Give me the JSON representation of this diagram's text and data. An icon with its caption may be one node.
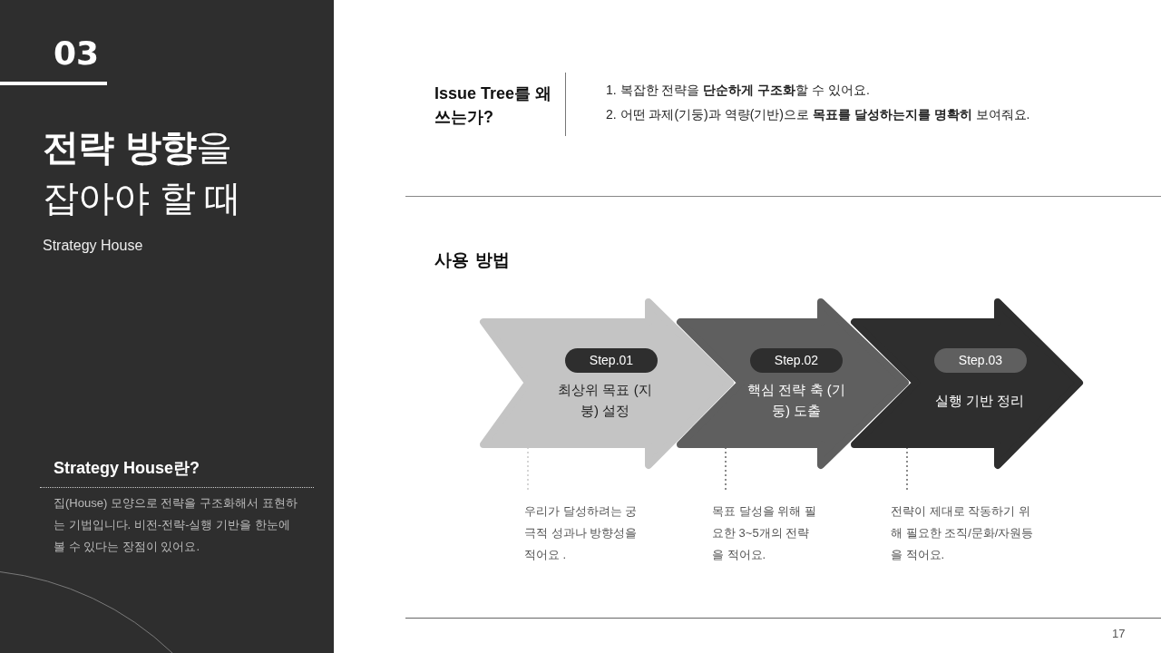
{
  "diagram": {
    "title": "**전략 방향**을 잡아야 할 때",
    "nodes": [
      {
        "text": [
          "최상위 목표 (지붕) 설정"
        ]
      },
      {
        "text": [
          "Step.01"
        ],
        "in": 0
      },
      {
        "text": [
          "핵심 전략 축 (기둥) 도출"
        ]
      },
      {
        "text": [
          "Step.02"
        ],
        "in": 2
      },
      {
        "text": [
          "실행 기반 정리"
        ]
      },
      {
        "text": [
          "Step.03"
        ],
        "in": 4
      },
      {
        "text": [
          "우리가 달성하려는 궁극적 성과나 방향성을 적어요 ."
        ]
      },
      {
        "text": [
          "목표 달성을 위해 필요한 3~5개의 전략을 적어요."
        ]
      },
      {
        "text": [
          "전략이 제대로 작동하기 위해 필요한 조직/문화/자원등을 적어요."
        ]
      }
    ],
    "edges": [
      {
        "from": 6,
        "to": 0,
        "arrow": "none",
        "style": "dashed",
        "color": "#c8c8c8"
      },
      {
        "from": 7,
        "to": 2,
        "arrow": "none",
        "style": "dashed"
      },
      {
        "from": 8,
        "to": 4,
        "arrow": "none",
        "style": "dashed"
      }
    ],
    "labels": [
      "03",
      "Strategy House",
      "Issue Tree를 왜 쓰는가?",
      "1. 복잡한 전략을 **단순하게 구조화**할 수 있어요.",
      "2. 어떤 과제(기둥)과 역량(기반)으로 **목표를 달성하는지를 명확히** 보여줘요.",
      "사용 방법",
      "Strategy House란?",
      "집(House) 모양으로 전략을 구조화해서 표현하는 기법입니다. 비전-전략-실행 기반을 한눈에 볼 수 있다는 장점이 있어요.",
      "17"
    ]
  }
}
